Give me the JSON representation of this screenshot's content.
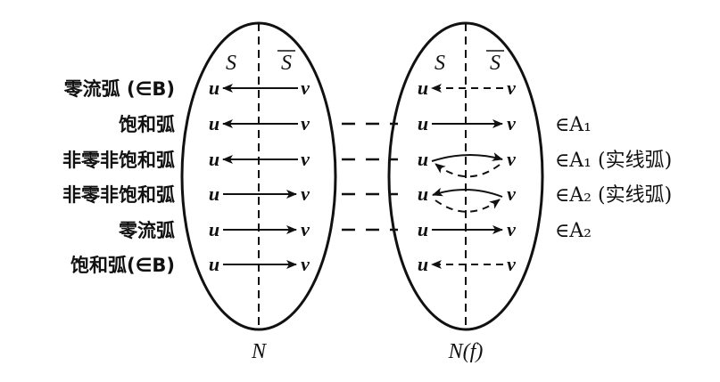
{
  "left_graph": {
    "caption": "N",
    "side_s": "S",
    "side_sbar": "S",
    "node_u": "u",
    "node_v": "v"
  },
  "right_graph": {
    "caption": "N(f)",
    "side_s": "S",
    "side_sbar": "S",
    "node_u": "u",
    "node_v": "v"
  },
  "rows": [
    {
      "label": "零流弧 (∈B)",
      "left_arc": "v→u",
      "right_arc": "v→u dashed",
      "right_label": "",
      "linked": false
    },
    {
      "label": "饱和弧",
      "left_arc": "v→u",
      "right_arc": "u→v",
      "right_label": "∈A₁",
      "linked": true
    },
    {
      "label": "非零非饱和弧",
      "left_arc": "v→u",
      "right_arc": "u→v with back arc",
      "right_label": "∈A₁ (实线弧)",
      "linked": true
    },
    {
      "label": "非零非饱和弧",
      "left_arc": "u→v",
      "right_arc": "u←v with back arc",
      "right_label": "∈A₂ (实线弧)",
      "linked": true
    },
    {
      "label": "零流弧",
      "left_arc": "u→v",
      "right_arc": "u→v",
      "right_label": "∈A₂",
      "linked": true
    },
    {
      "label": "饱和弧(∈B)",
      "left_arc": "u→v",
      "right_arc": "v→u dashed",
      "right_label": "",
      "linked": false
    }
  ]
}
